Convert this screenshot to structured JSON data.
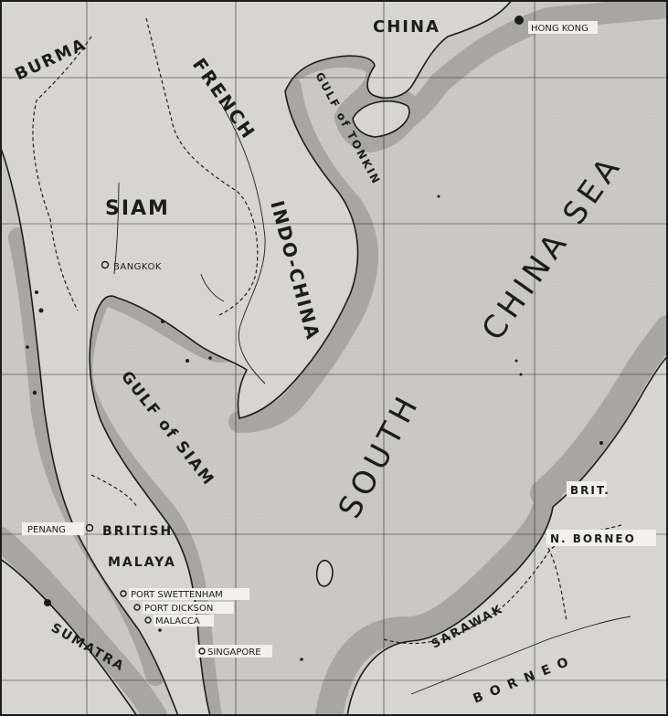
{
  "colors": {
    "background": "#c9c8c3",
    "land": "#d6d5d0",
    "shallow_water": "#a7a6a1",
    "ink": "#1c1c1c",
    "label_box": "#f1f0ea"
  },
  "regions": {
    "burma": "BURMA",
    "china": "CHINA",
    "french": "FRENCH",
    "indo_china": "INDO-CHINA",
    "siam": "SIAM",
    "british": "BRITISH",
    "malaya": "MALAYA",
    "sumatra": "SUMATRA",
    "sarawak": "SARAWAK",
    "borneo": "B O R N E O",
    "brit": "BRIT.",
    "n_borneo": "N. BORNEO"
  },
  "waters": {
    "gulf_of_tonkin": "GULF of TONKIN",
    "gulf_of_siam": "GULF of SIAM",
    "south": "SOUTH",
    "china_sea": "CHINA SEA"
  },
  "places": {
    "hong_kong": "HONG KONG",
    "bangkok": "BANGKOK",
    "penang": "PENANG",
    "port_swettenham": "PORT SWETTENHAM",
    "port_dickson": "PORT DICKSON",
    "malacca": "MALACCA",
    "singapore": "SINGAPORE"
  }
}
